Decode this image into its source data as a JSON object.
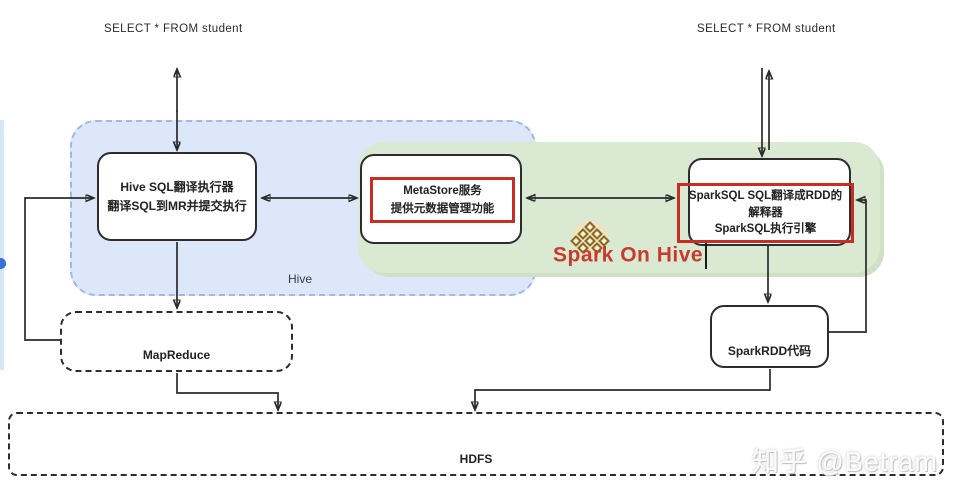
{
  "queries": {
    "left": "SELECT * FROM student",
    "right": "SELECT * FROM student"
  },
  "regions": {
    "hive": {
      "label": "Hive"
    },
    "spark_on_hive": {
      "label": "Spark On Hive"
    }
  },
  "nodes": {
    "hive_sql": {
      "line1": "Hive SQL翻译执行器",
      "line2": "翻译SQL到MR并提交执行"
    },
    "metastore": {
      "line1": "MetaStore服务",
      "line2": "提供元数据管理功能"
    },
    "sparksql": {
      "line1": "SparkSQL SQL翻译成RDD的",
      "line2": "解释器",
      "line3": "SparkSQL执行引擎"
    },
    "mapreduce": {
      "label": "MapReduce"
    },
    "sparkrdd": {
      "label": "SparkRDD代码"
    },
    "hdfs": {
      "label": "HDFS"
    }
  },
  "icons": {
    "knot": "chinese-knot-icon"
  },
  "watermark": "知乎 @Betram",
  "colors": {
    "highlight_red": "#c92c22",
    "title_red": "#c93a2e",
    "region_blue": "#dce8f9",
    "region_green": "#d9e9d2"
  }
}
